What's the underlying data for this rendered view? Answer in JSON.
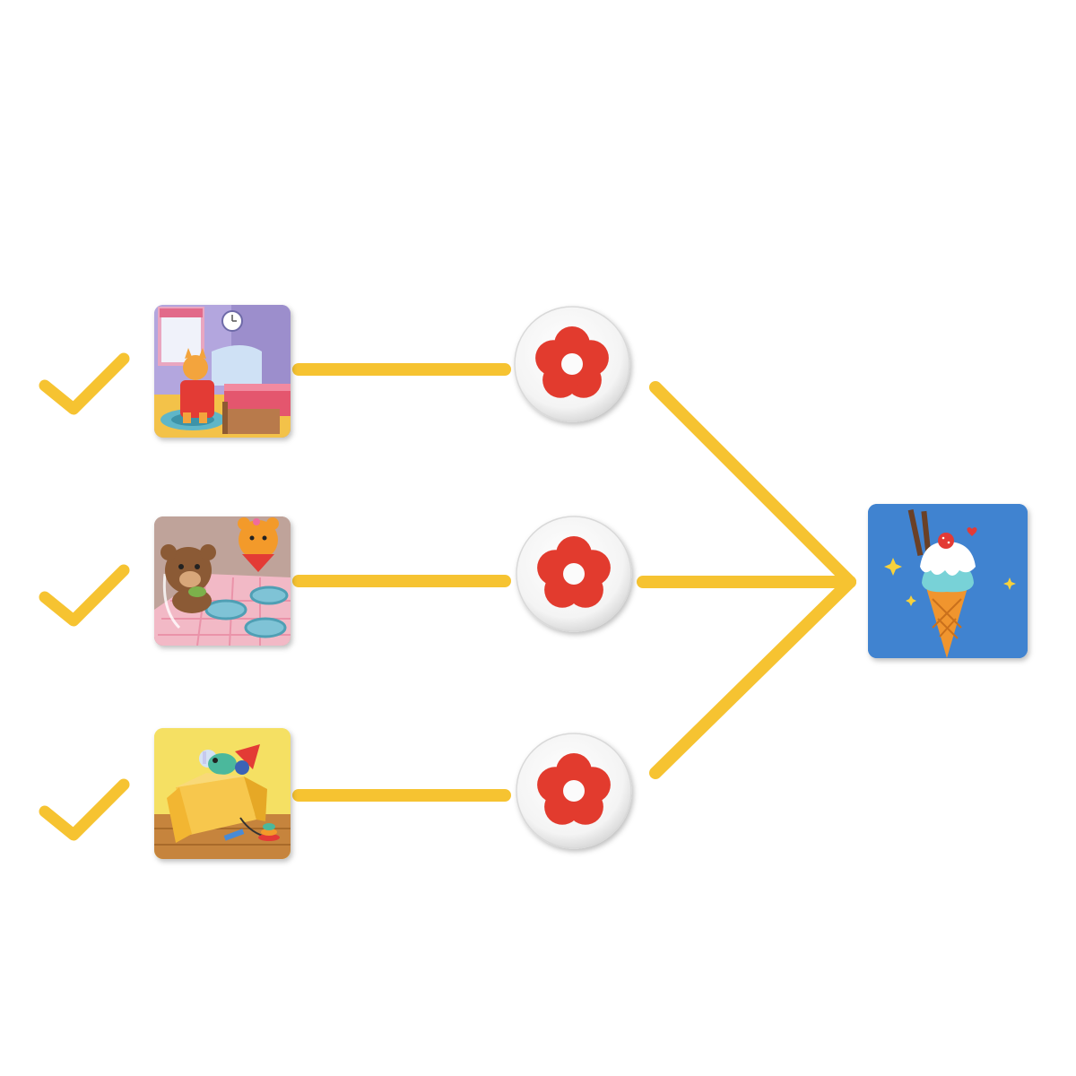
{
  "colors": {
    "connector": "#F6C331",
    "checkmark": "#F6C331",
    "background": "#FFFFFF",
    "flower": "#E23B2E",
    "token_face": "#FBFBFB",
    "reward_tile_bg": "#3E7FCC"
  },
  "tasks": [
    {
      "scene": "bear-tidying-bed",
      "completed": true,
      "token_icon": "flower-icon"
    },
    {
      "scene": "bears-setting-table",
      "completed": true,
      "token_icon": "flower-icon"
    },
    {
      "scene": "toys-in-box",
      "completed": true,
      "token_icon": "flower-icon"
    }
  ],
  "reward": {
    "scene": "ice-cream-cone"
  }
}
